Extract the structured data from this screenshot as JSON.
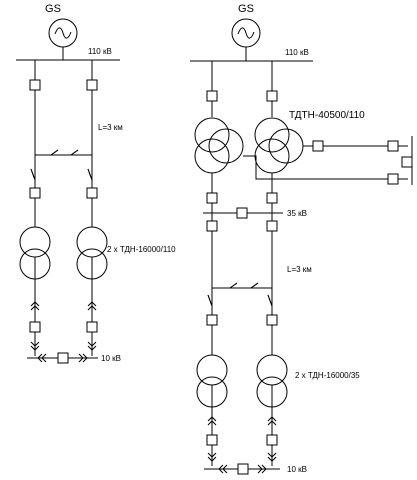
{
  "left": {
    "generator": "GS",
    "bus_hv": "110 кВ",
    "line": "L=3 км",
    "transformers": "2 x ТДН-16000/110",
    "bus_lv": "10 кВ"
  },
  "right": {
    "generator": "GS",
    "bus_hv": "110 кВ",
    "transformers_3w": "ТДТН-40500/110",
    "bus_mv": "35 кВ",
    "line": "L=3 км",
    "transformers": "2 x ТДН-16000/35",
    "bus_lv": "10 кВ"
  }
}
